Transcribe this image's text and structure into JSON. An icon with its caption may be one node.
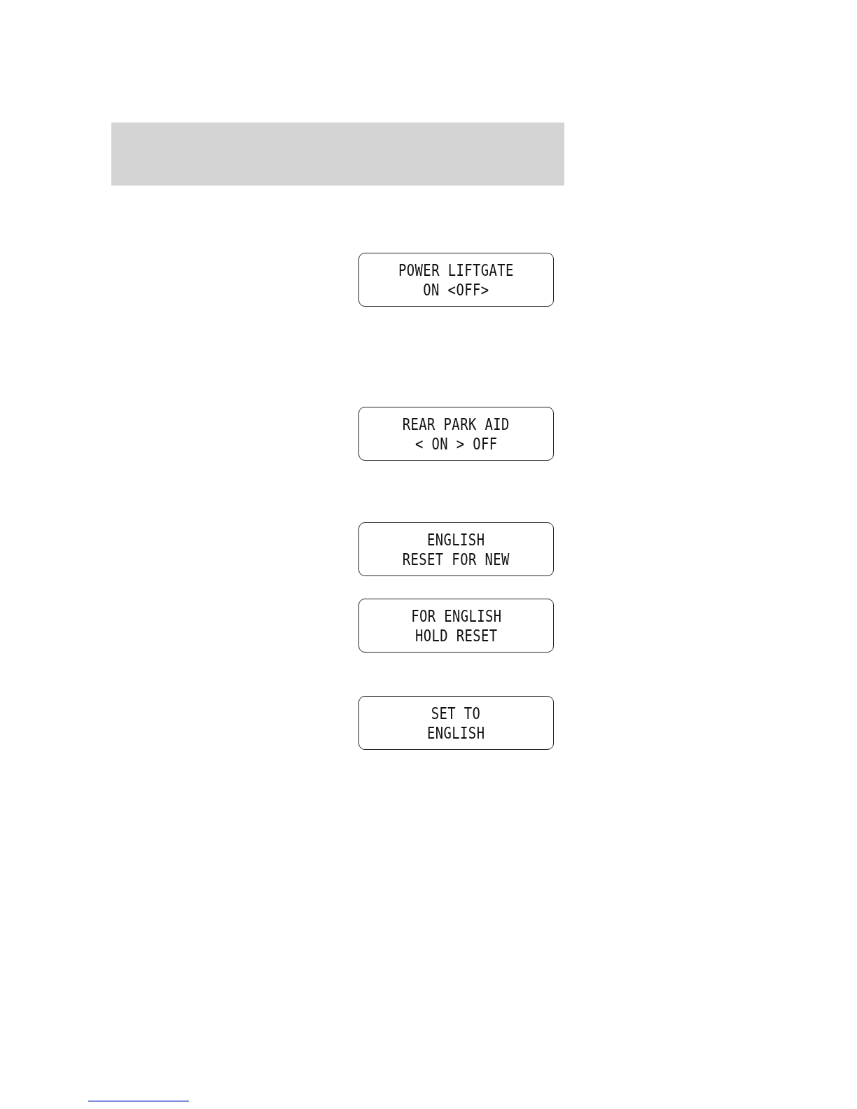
{
  "diagram": {
    "nodes": [
      {
        "text": [
          "POWER LIFTGATE",
          "ON <OFF>"
        ]
      },
      {
        "text": [
          "REAR PARK AID",
          "< ON > OFF"
        ]
      },
      {
        "text": [
          "ENGLISH",
          "RESET FOR NEW"
        ]
      },
      {
        "text": [
          "FOR ENGLISH",
          "HOLD RESET"
        ]
      },
      {
        "text": [
          "SET TO",
          "ENGLISH"
        ]
      }
    ]
  }
}
